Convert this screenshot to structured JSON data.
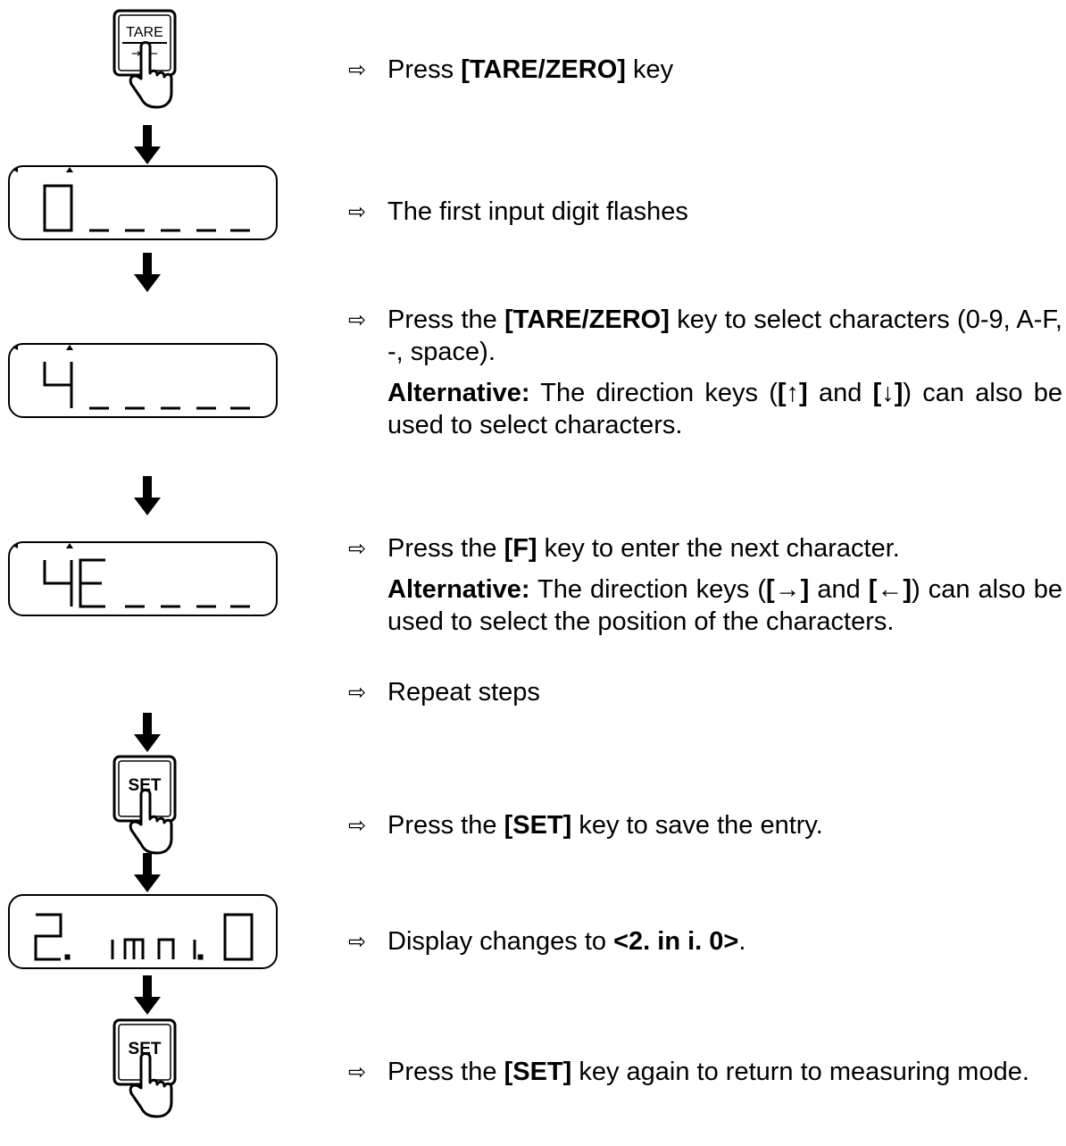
{
  "keys": {
    "tare_top": "TARE",
    "tare_bottom": "→0←",
    "set_1": "SET",
    "set_2": "SET"
  },
  "displays": [
    {
      "text": "0_ _ _ _ _"
    },
    {
      "text": "4_ _ _ _ _"
    },
    {
      "text": "4E_ _ _ _"
    },
    {
      "text": "2. in i. 0"
    }
  ],
  "steps": {
    "s1": {
      "arrow": "⇨",
      "pre": "Press ",
      "b1": "[TARE/ZERO]",
      "post": " key"
    },
    "s2": {
      "arrow": "⇨",
      "text": "The first input digit flashes"
    },
    "s3": {
      "arrow": "⇨",
      "pre": "Press the ",
      "b1": "[TARE/ZERO]",
      "post": " key to select characters (0-9, A-F, -, space).",
      "alt_label": "Alternative:",
      "alt_pre": " The direction keys (",
      "alt_b1": "[↑]",
      "alt_mid": " and ",
      "alt_b2": "[↓]",
      "alt_post": ") can also be used to select characters."
    },
    "s4": {
      "arrow": "⇨",
      "pre": "Press the ",
      "b1": "[F]",
      "post": " key to enter the next character.",
      "alt_label": "Alternative:",
      "alt_pre": " The direction keys (",
      "alt_b1": "[→]",
      "alt_mid": " and ",
      "alt_b2": "[←]",
      "alt_post": ") can also be used to select the position of the characters."
    },
    "s5": {
      "arrow": "⇨",
      "text": "Repeat steps"
    },
    "s6": {
      "arrow": "⇨",
      "pre": "Press the ",
      "b1": "[SET]",
      "post": " key to save the entry."
    },
    "s7": {
      "arrow": "⇨",
      "pre": "Display changes to ",
      "b1": "<2. in i. 0>",
      "post": "."
    },
    "s8": {
      "arrow": "⇨",
      "pre": "Press the ",
      "b1": "[SET]",
      "post": " key again to return to measuring mode."
    }
  }
}
